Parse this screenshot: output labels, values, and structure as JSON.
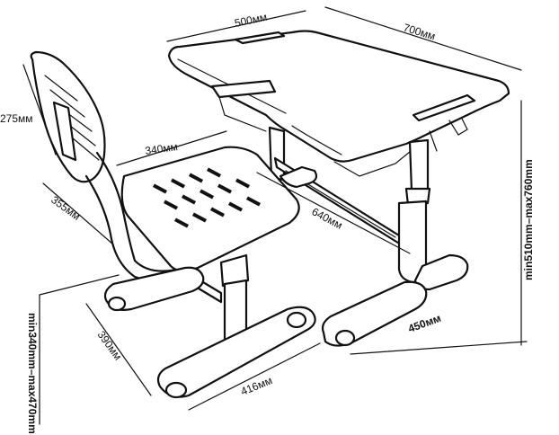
{
  "diagram": {
    "labels": {
      "desk_depth": "500мм",
      "desk_width": "700мм",
      "chair_back_height": "275мм",
      "seat_width": "340мм",
      "back_depth": "355мм",
      "desk_base_depth": "640мм",
      "desk_height": "min510mm–max760mm",
      "chair_height": "min340mm–max470mm",
      "chair_base_depth": "390мм",
      "chair_base_width": "416мм",
      "desk_base_width": "450мм"
    }
  }
}
